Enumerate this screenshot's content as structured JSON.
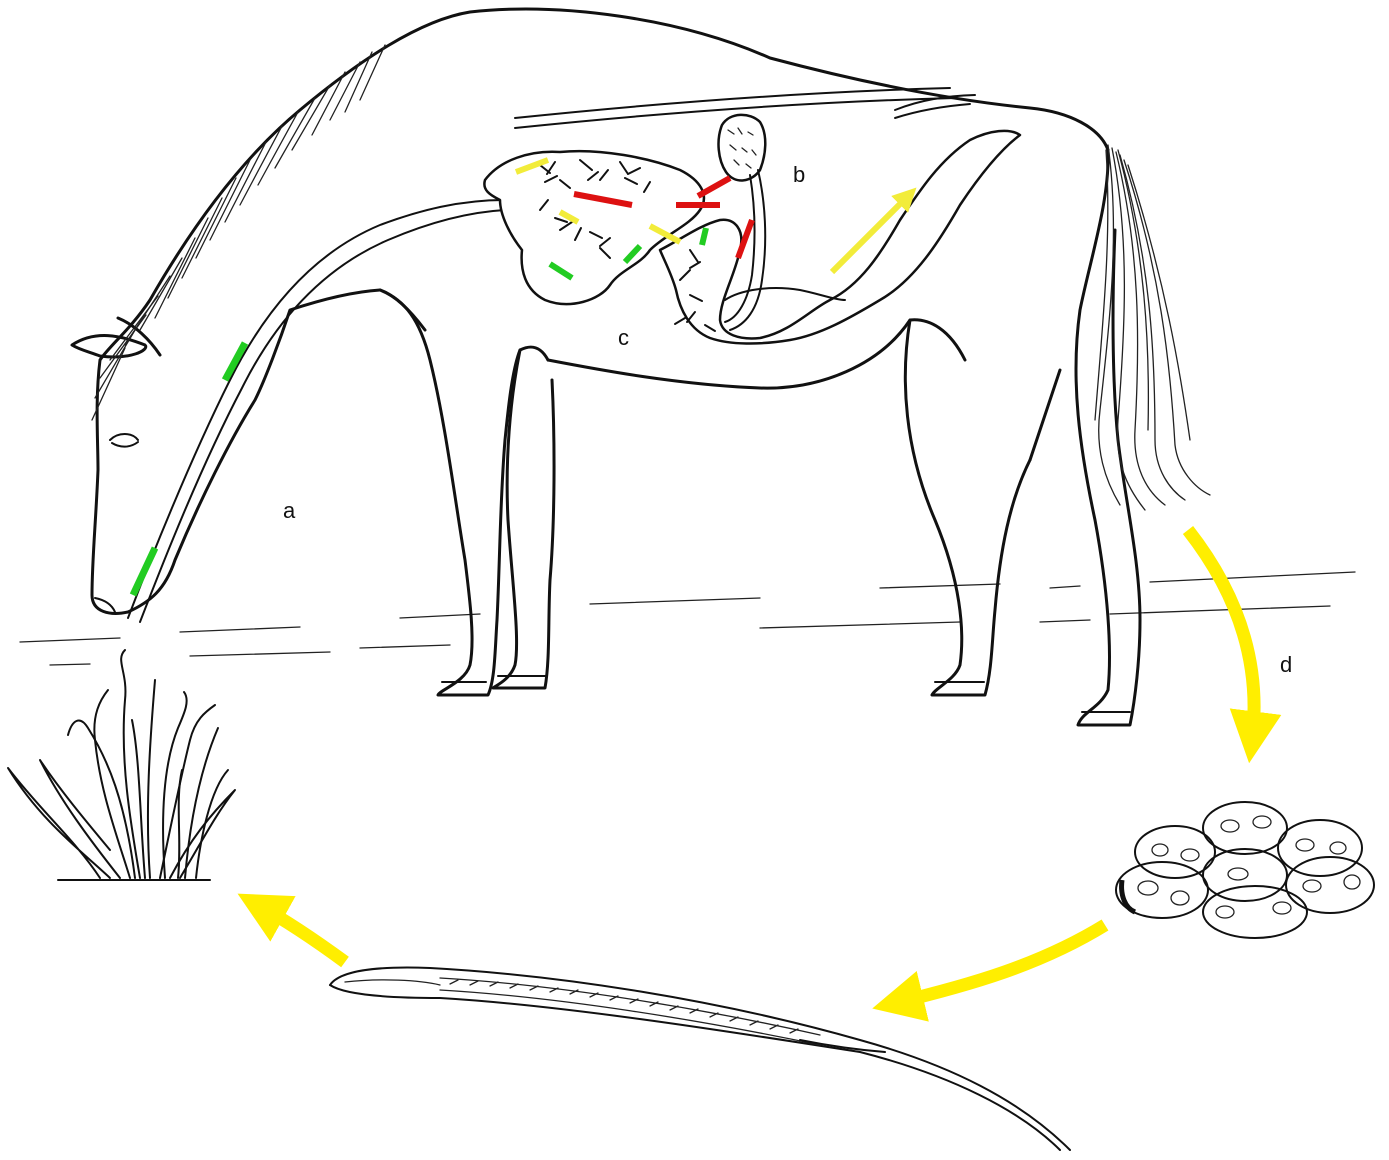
{
  "labels": {
    "a": "a",
    "b": "b",
    "c": "c",
    "d": "d"
  },
  "colors": {
    "cycle_arrow": "#ffee00",
    "marker_green": "#22cc22",
    "marker_yellow": "#f2ec3a",
    "marker_red": "#dd1111",
    "ink": "#111111",
    "background": "#ffffff"
  },
  "icons": {
    "horse": "grazing-horse-outline",
    "pasture": "grass-tuft",
    "eggs": "egg-cluster",
    "larva": "infective-larva"
  }
}
